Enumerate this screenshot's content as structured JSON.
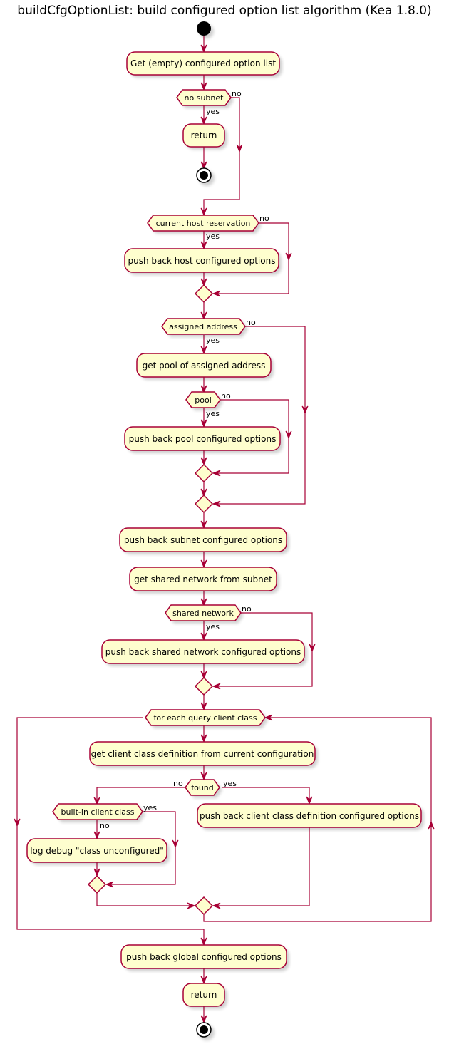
{
  "title": "buildCfgOptionList: build configured option list algorithm (Kea 1.8.0)",
  "colors": {
    "node_fill": "#FEFECE",
    "node_border": "#A80036",
    "edge": "#A80036",
    "start_node": "#000000"
  },
  "activities": {
    "get_empty_list": "Get (empty) configured option list",
    "return_early": "return",
    "push_host": "push back host configured options",
    "get_pool": "get pool of assigned address",
    "push_pool": "push back pool configured options",
    "push_subnet": "push back subnet configured options",
    "get_shared_network": "get shared network from subnet",
    "push_shared_network": "push back shared network configured options",
    "get_class_def": "get client class definition from current configuration",
    "log_debug": "log debug \"class unconfigured\"",
    "push_class_def": "push back client class definition configured options",
    "push_global": "push back global configured options",
    "return_final": "return"
  },
  "conditions": {
    "no_subnet": "no subnet",
    "host_reservation": "current host reservation",
    "assigned_address": "assigned address",
    "pool": "pool",
    "shared_network": "shared network",
    "for_each_class": "for each query client class",
    "found": "found",
    "builtin_class": "built-in client class"
  },
  "labels": {
    "yes": "yes",
    "no": "no"
  }
}
